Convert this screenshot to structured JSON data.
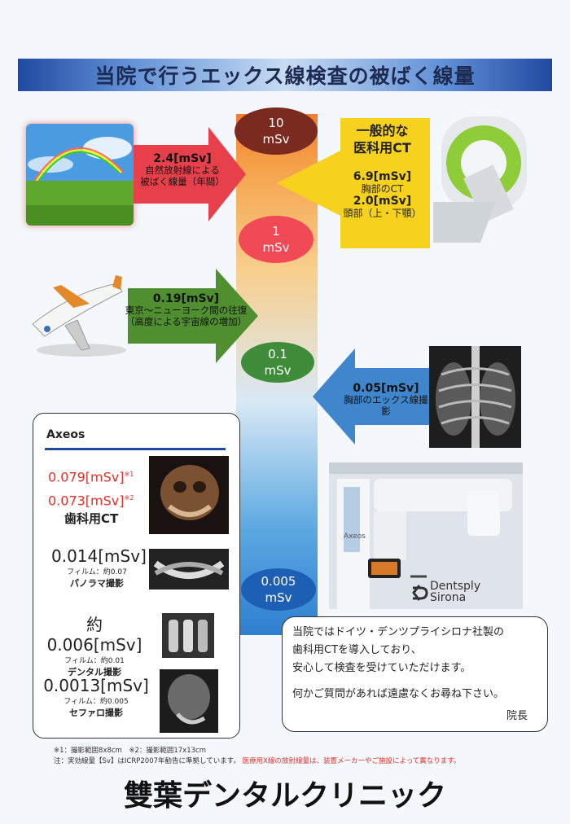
{
  "title": "当院で行うエックス線検査の被ばく線量",
  "scale": {
    "ovals": [
      {
        "value": "10",
        "unit": "mSv"
      },
      {
        "value": "1",
        "unit": "mSv"
      },
      {
        "value": "0.1",
        "unit": "mSv"
      },
      {
        "value": "0.005",
        "unit": "mSv"
      }
    ]
  },
  "natural": {
    "dose": "2.4[mSv]",
    "line1": "自然放射線による",
    "line2": "被ばく線量（年間）"
  },
  "flight": {
    "dose": "0.19[mSv]",
    "line1": "東京～ニューヨーク間の往復",
    "line2": "（高度による宇宙線の増加）"
  },
  "medical_ct": {
    "title1": "一般的な",
    "title2": "医科用CT",
    "chest_dose": "6.9[mSv]",
    "chest_label": "胸部のCT",
    "head_dose": "2.0[mSv]",
    "head_label": "頭部（上・下顎）"
  },
  "chest_xray": {
    "dose": "0.05[mSv]",
    "label": "胸部のエックス線撮影"
  },
  "axeos": {
    "title": "Axeos",
    "ct_dose1": "0.079[mSv]",
    "ct_note1": "※1",
    "ct_dose2": "0.073[mSv]",
    "ct_note2": "※2",
    "ct_label": "歯科用CT",
    "items": [
      {
        "dose": "0.014[mSv]",
        "film": "フィルム：約0.07",
        "label": "パノラマ撮影"
      },
      {
        "dose": "約0.006[mSv]",
        "film": "フィルム：約0.01",
        "label": "デンタル撮影"
      },
      {
        "dose": "0.0013[mSv]",
        "film": "フィルム：約0.005",
        "label": "セファロ撮影"
      }
    ]
  },
  "device": {
    "model": "Axeos",
    "brand1": "Dentsply",
    "brand2": "Sirona"
  },
  "message": {
    "line1": "当院ではドイツ・デンツプライシロナ社製の",
    "line2": "歯科用CTを導入しており、",
    "line3": "安心して検査を受けていただけます。",
    "line4": "何かご質問があれば遠慮なくお尋ね下さい。",
    "signature": "院長"
  },
  "footnotes": {
    "line1": "※1：撮影範囲8x8cm　※2：撮影範囲17x13cm",
    "line2_black": "注：実効線量【Sv】はICRP2007年勧告に準拠しています。",
    "line2_red": "医療用X線の放射線量は、装置メーカーやご施設によって異なります。"
  },
  "clinic_name": "雙葉デンタルクリニック",
  "colors": {
    "accent_red": "#e0322b",
    "accent_blue": "#1f4aa0",
    "arrow_natural": "#e8404a",
    "arrow_flight": "#4f8f2f",
    "arrow_ct": "#f6d21e",
    "arrow_xray": "#3f86cc"
  }
}
